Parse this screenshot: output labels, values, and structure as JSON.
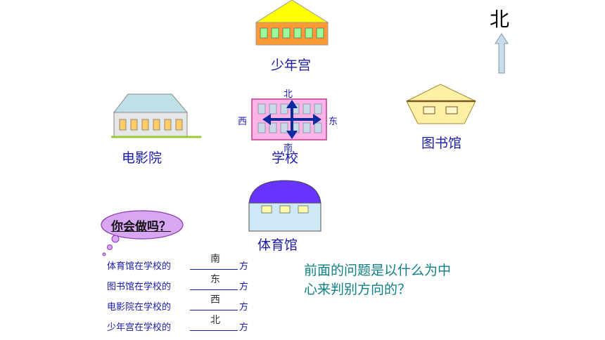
{
  "compass": {
    "north_label": "北"
  },
  "buildings": {
    "palace": {
      "label": "少年宫"
    },
    "cinema": {
      "label": "电影院"
    },
    "school": {
      "label": "学校",
      "north": "北",
      "south": "南",
      "east": "东",
      "west": "西"
    },
    "library": {
      "label": "图书馆"
    },
    "gym": {
      "label": "体育馆"
    }
  },
  "bubble": {
    "text": "你会做吗？"
  },
  "questions": [
    {
      "text": "体育馆在学校的",
      "answer": "南",
      "suffix": "方"
    },
    {
      "text": "图书馆在学校的",
      "answer": "东",
      "suffix": "方"
    },
    {
      "text": "电影院在学校的",
      "answer": "西",
      "suffix": "方"
    },
    {
      "text": "少年宫在学校的",
      "answer": "北",
      "suffix": "方"
    }
  ],
  "prompt": {
    "line1": "前面的问题是以什么为中",
    "line2": "心来判别方向的？"
  },
  "colors": {
    "label_blue": "#1a1aa6",
    "prompt_teal": "#0f7f86",
    "palace_roof": "#ffff00",
    "school_pink": "#ffb3e6",
    "gym_dome": "#6633ff",
    "bubble_fill": "#d9a6f2"
  }
}
